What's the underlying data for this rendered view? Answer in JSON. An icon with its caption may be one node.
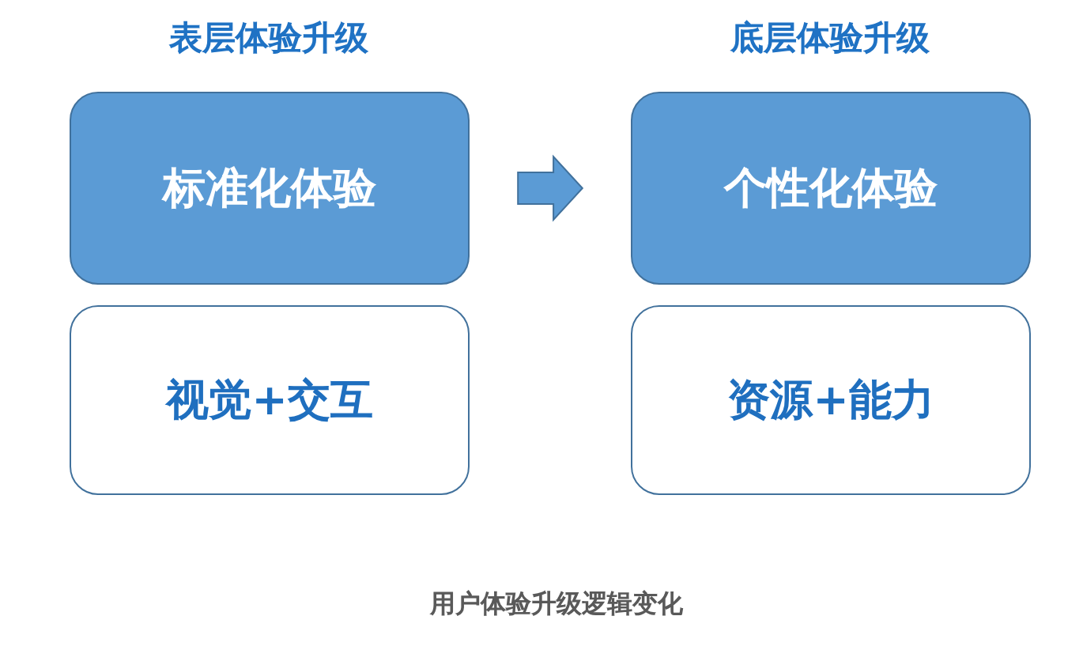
{
  "diagram": {
    "caption": "用户体验升级逻辑变化",
    "nodes": [
      {
        "text": [
          "标准化体验"
        ]
      },
      {
        "text": [
          "视觉+交互"
        ]
      },
      {
        "text": [
          "个性化体验"
        ]
      },
      {
        "text": [
          "资源+能力"
        ]
      }
    ],
    "edges": [
      {
        "from": 0,
        "to": 2,
        "arrow": "to"
      }
    ],
    "labels": [
      "表层体验升级",
      "底层体验升级"
    ]
  }
}
